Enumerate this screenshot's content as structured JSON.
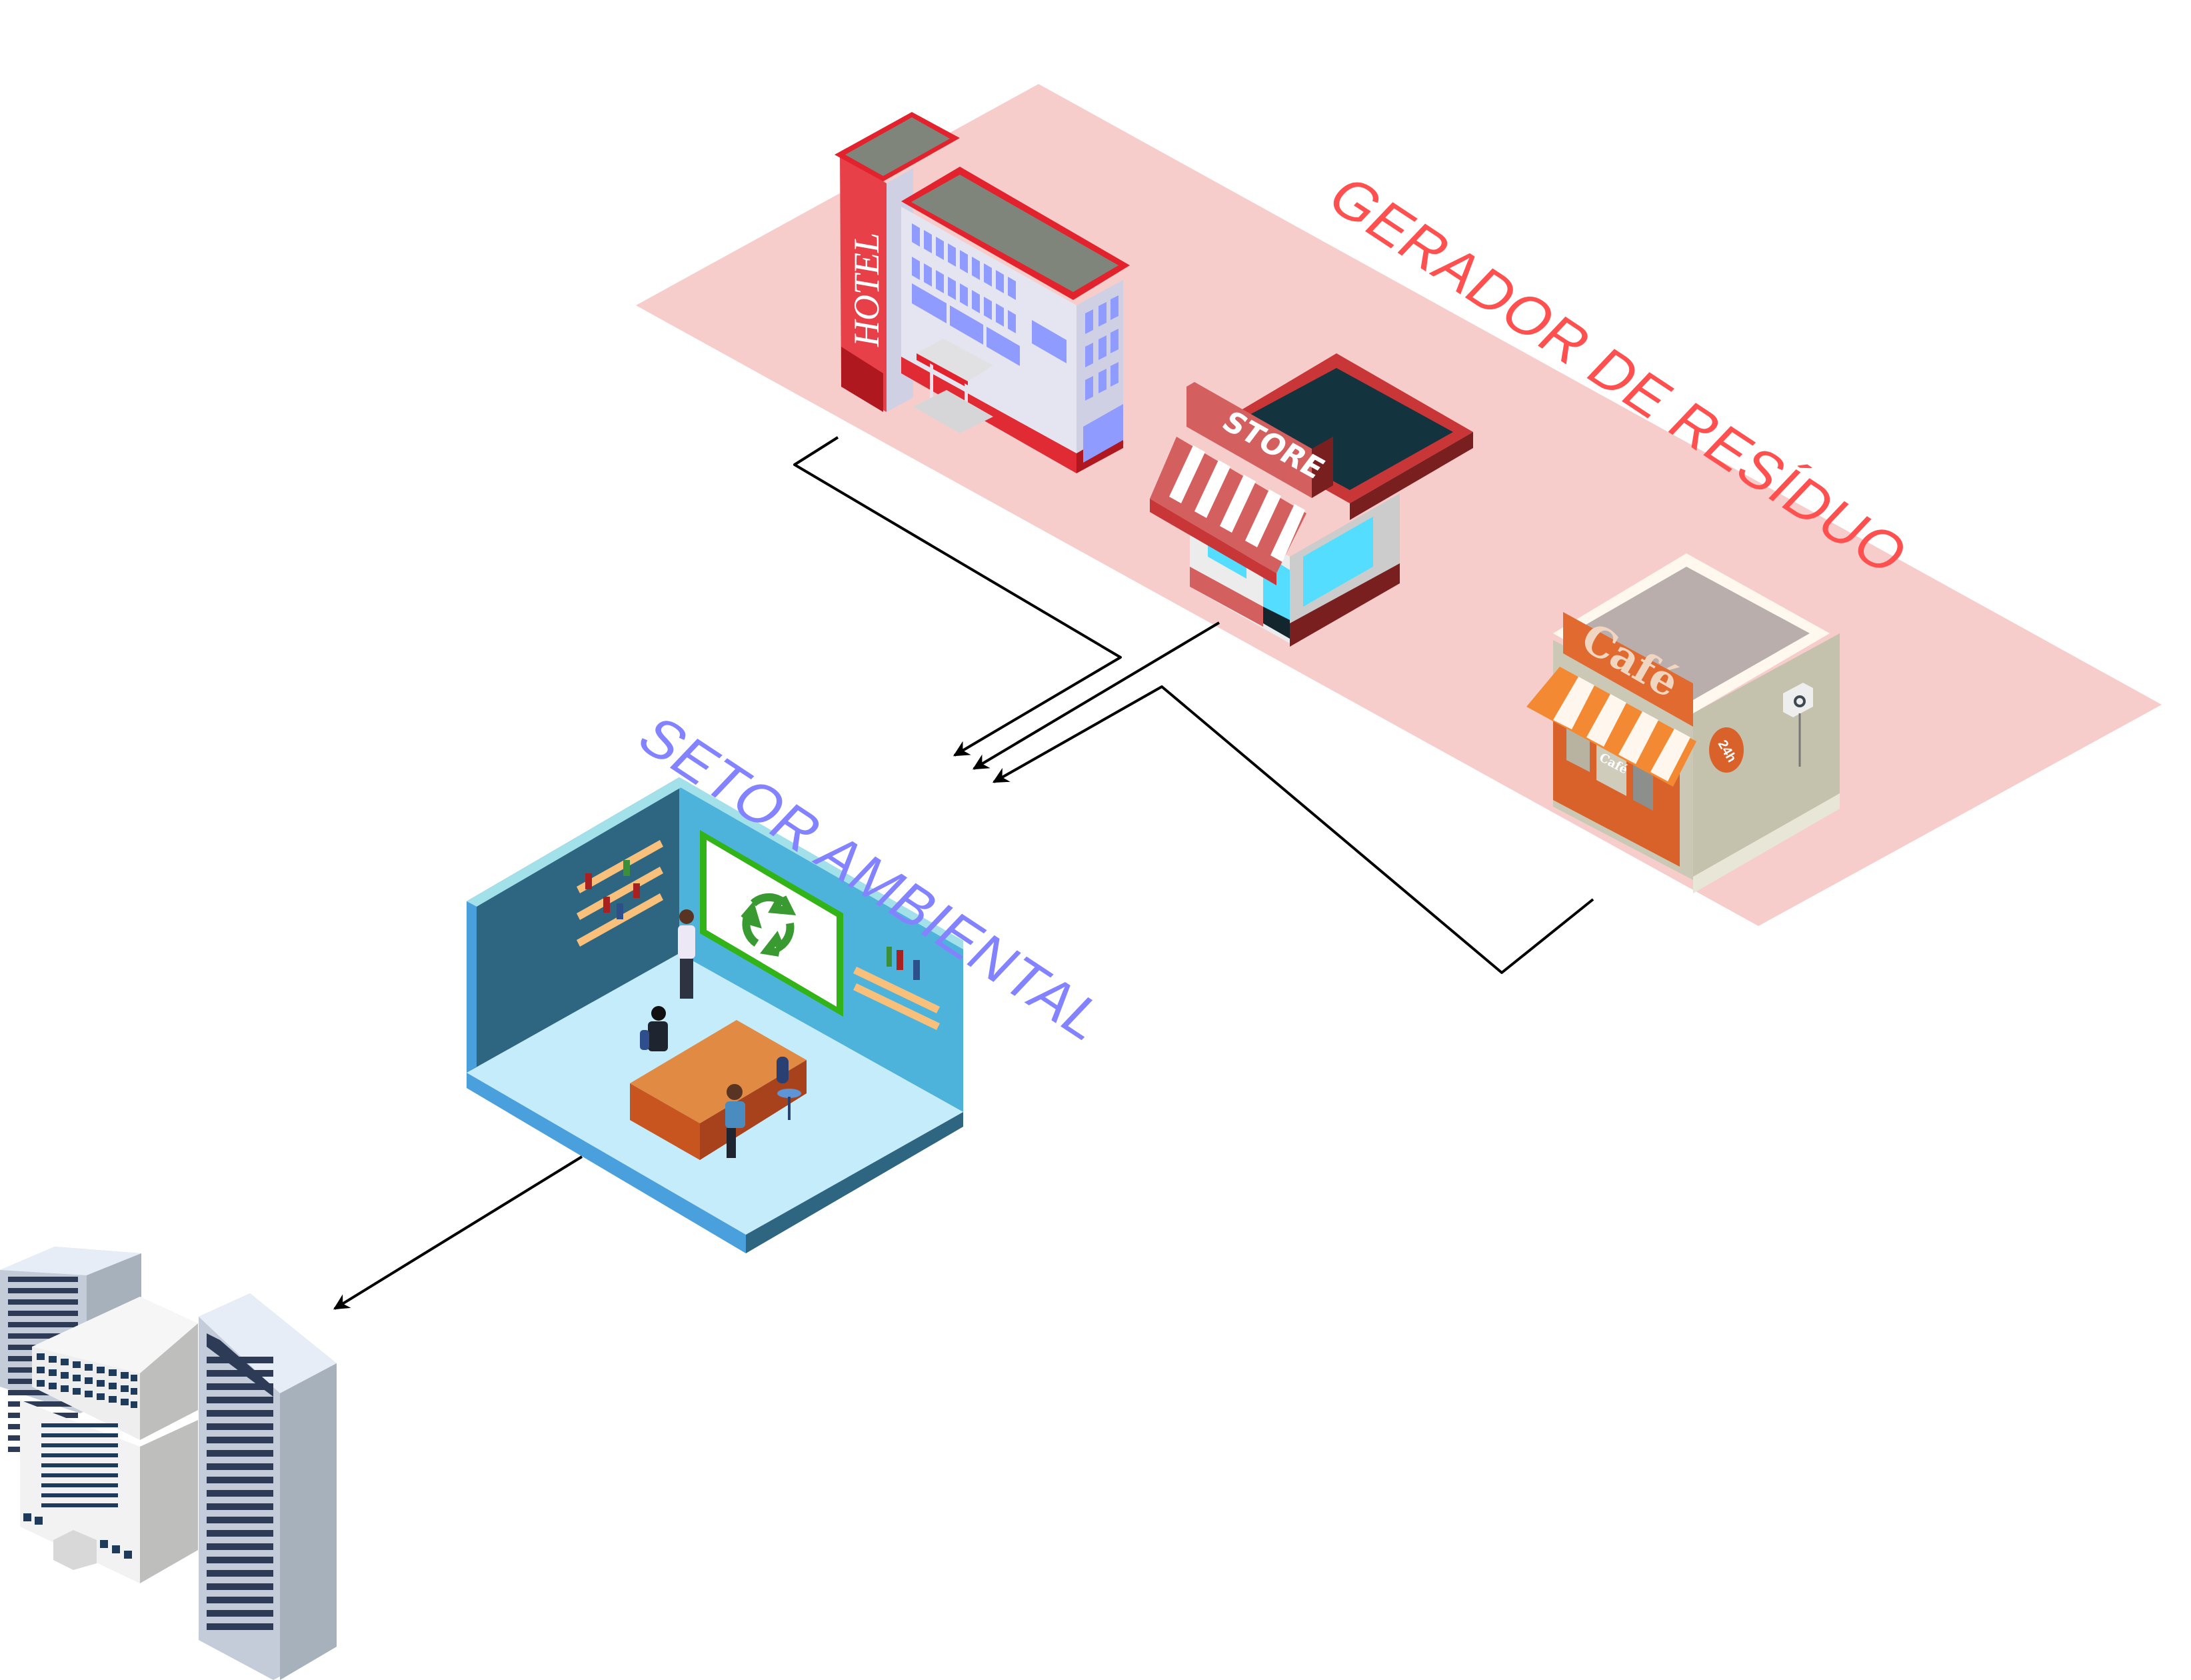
{
  "diagram": {
    "colors": {
      "generator_zone": "#f7cdcc",
      "generator_label": "#ff5050",
      "sector_label": "#8383ff",
      "connector": "#000000"
    },
    "groups": [
      {
        "id": "gerador",
        "label": "GERADOR DE RESÍDUO"
      },
      {
        "id": "setor",
        "label": "SETOR AMBIENTAL"
      }
    ],
    "nodes": {
      "hotel": {
        "sign": "HOTEL"
      },
      "store": {
        "sign": "STORE"
      },
      "cafe": {
        "sign": "Café",
        "window_sign": "Café",
        "round_sign": "24h"
      },
      "environmental_office": {
        "icon": "recycle-icon"
      },
      "destination": {
        "icon": "office-towers"
      }
    },
    "edges": [
      {
        "from": "hotel",
        "to": "environmental_office"
      },
      {
        "from": "store",
        "to": "environmental_office"
      },
      {
        "from": "cafe",
        "to": "environmental_office"
      },
      {
        "from": "environmental_office",
        "to": "destination"
      }
    ]
  }
}
